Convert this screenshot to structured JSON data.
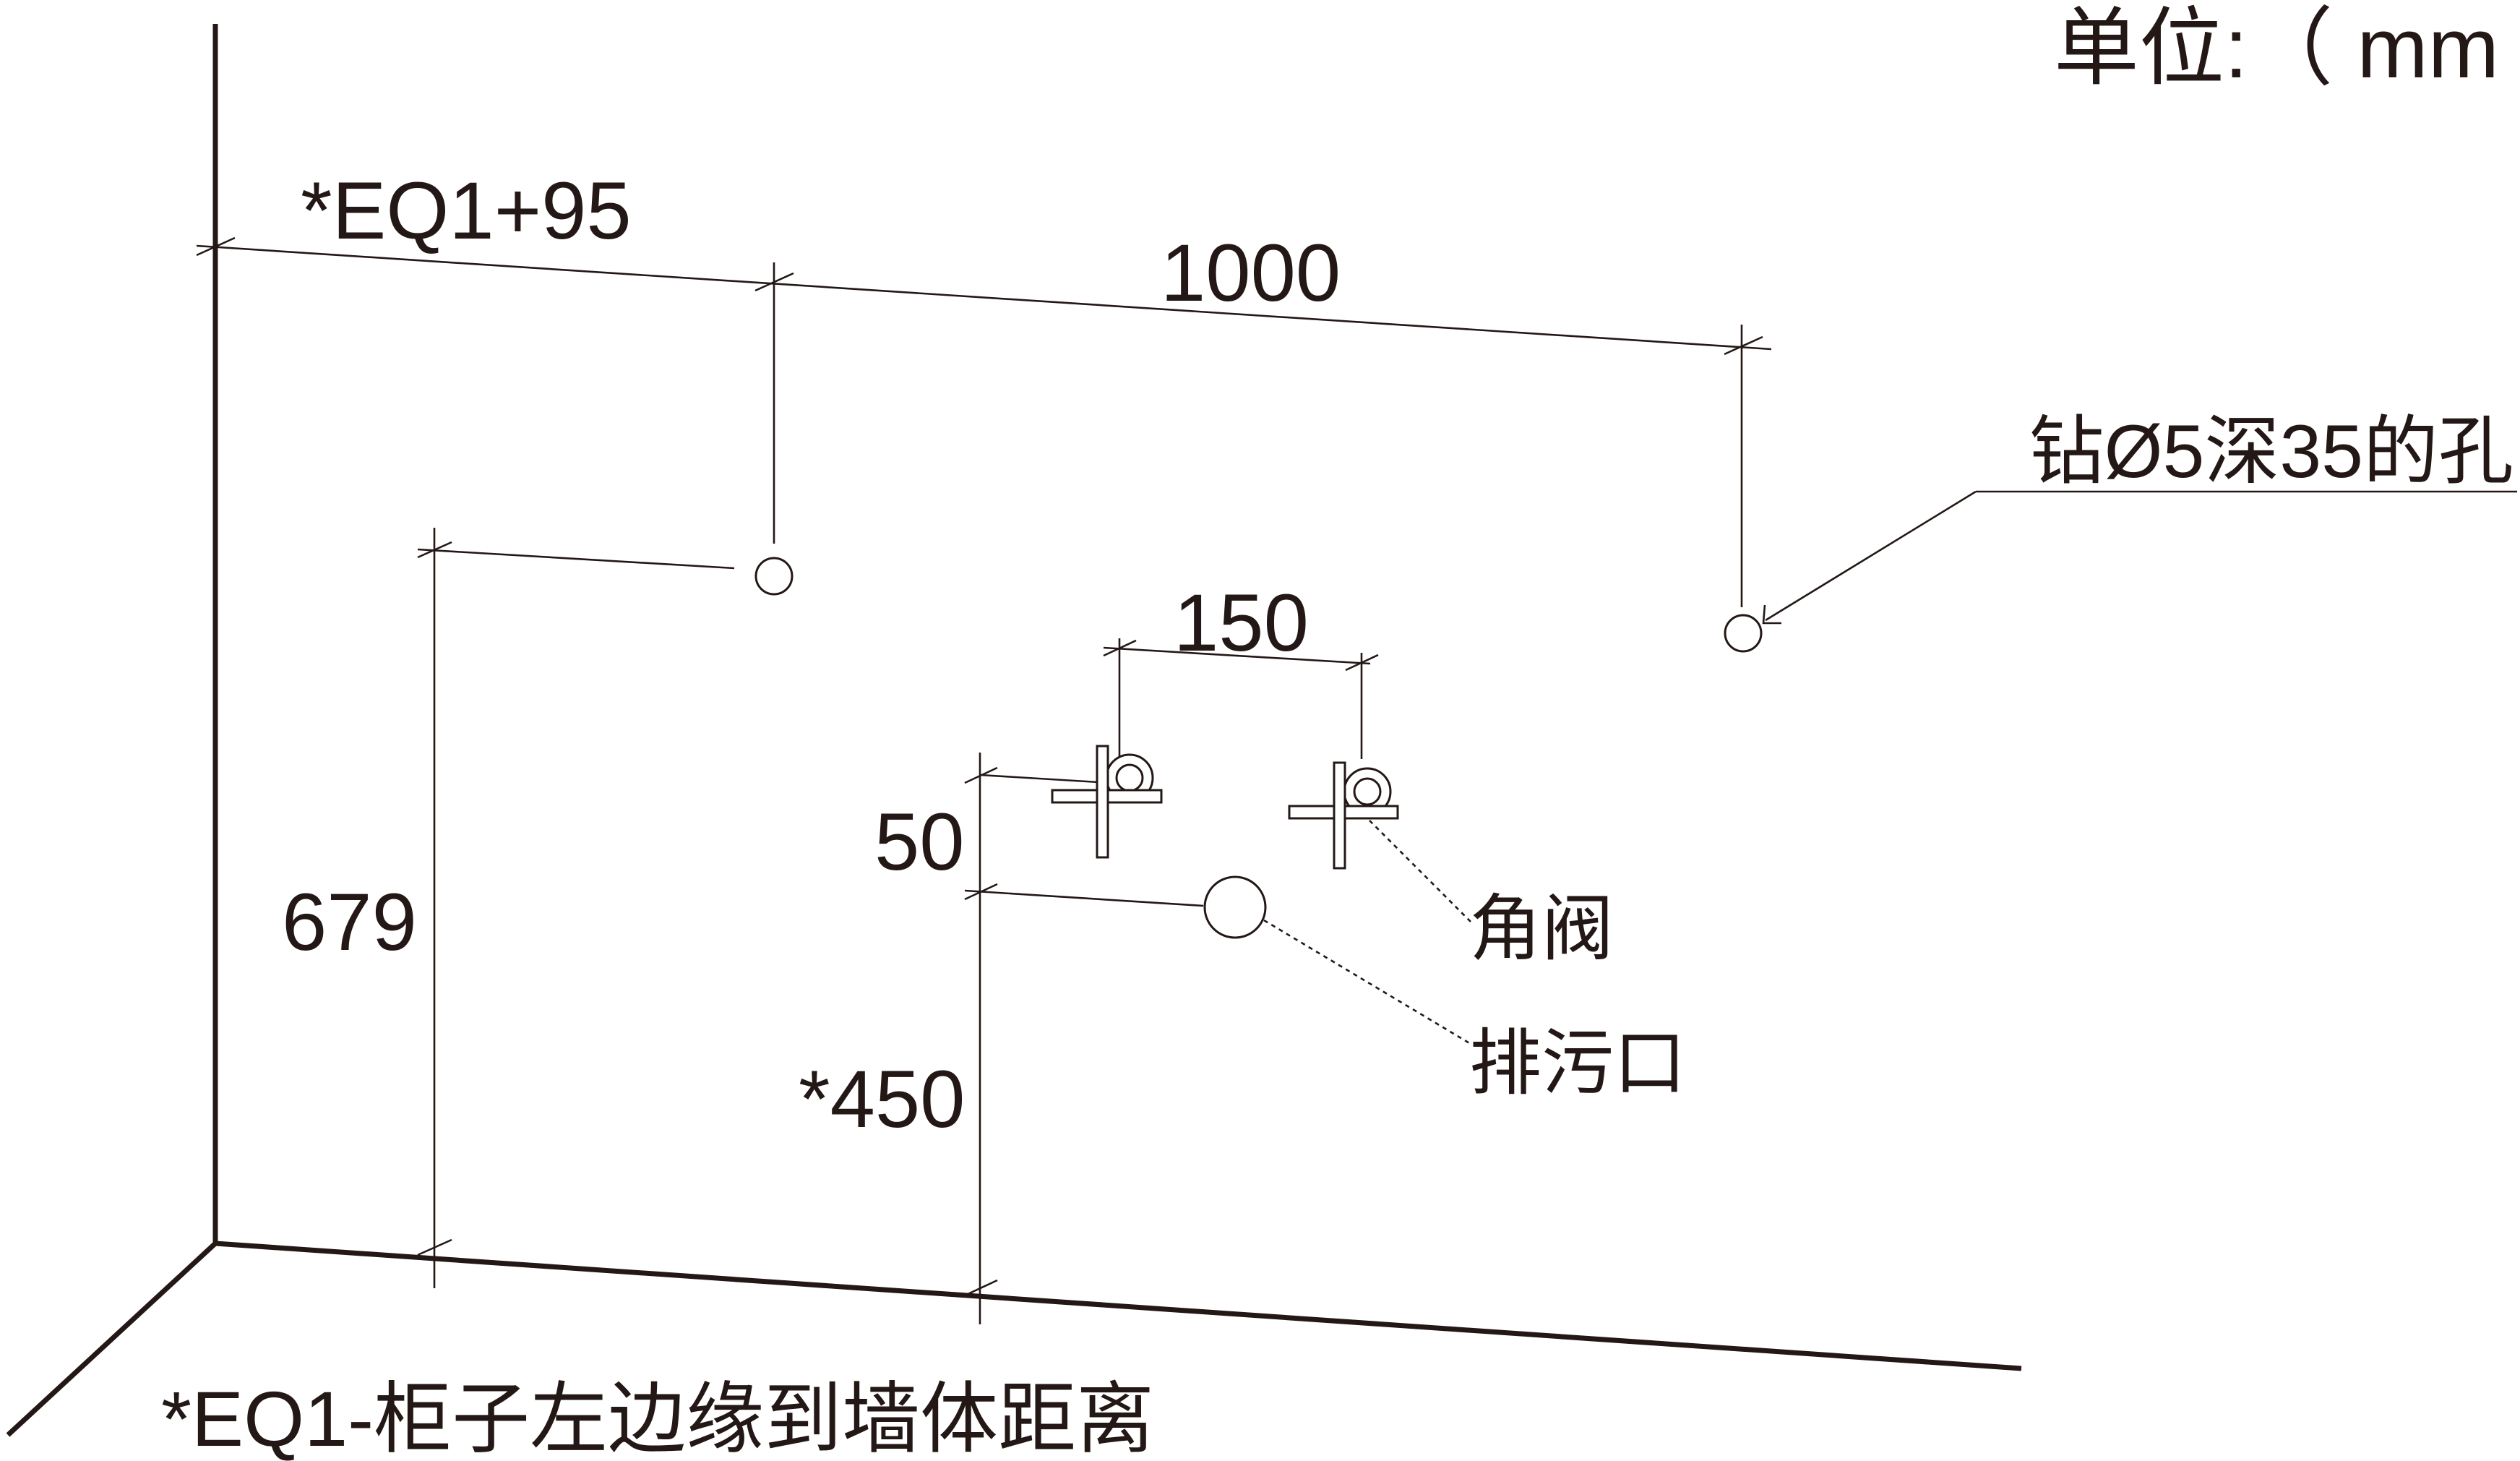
{
  "units_label": "单位:（ mm",
  "dimensions": {
    "eq1_offset": "*EQ1+95",
    "hole_spacing": "1000",
    "valve_spacing": "150",
    "valve_above_drain": "50",
    "hole_height": "679",
    "drain_height": "*450"
  },
  "callouts": {
    "drill_hole": "钻Ø5深35的孔",
    "angle_valve": "角阀",
    "drain_outlet": "排污口"
  },
  "footnote": "*EQ1-柜子左边缘到墙体距离"
}
